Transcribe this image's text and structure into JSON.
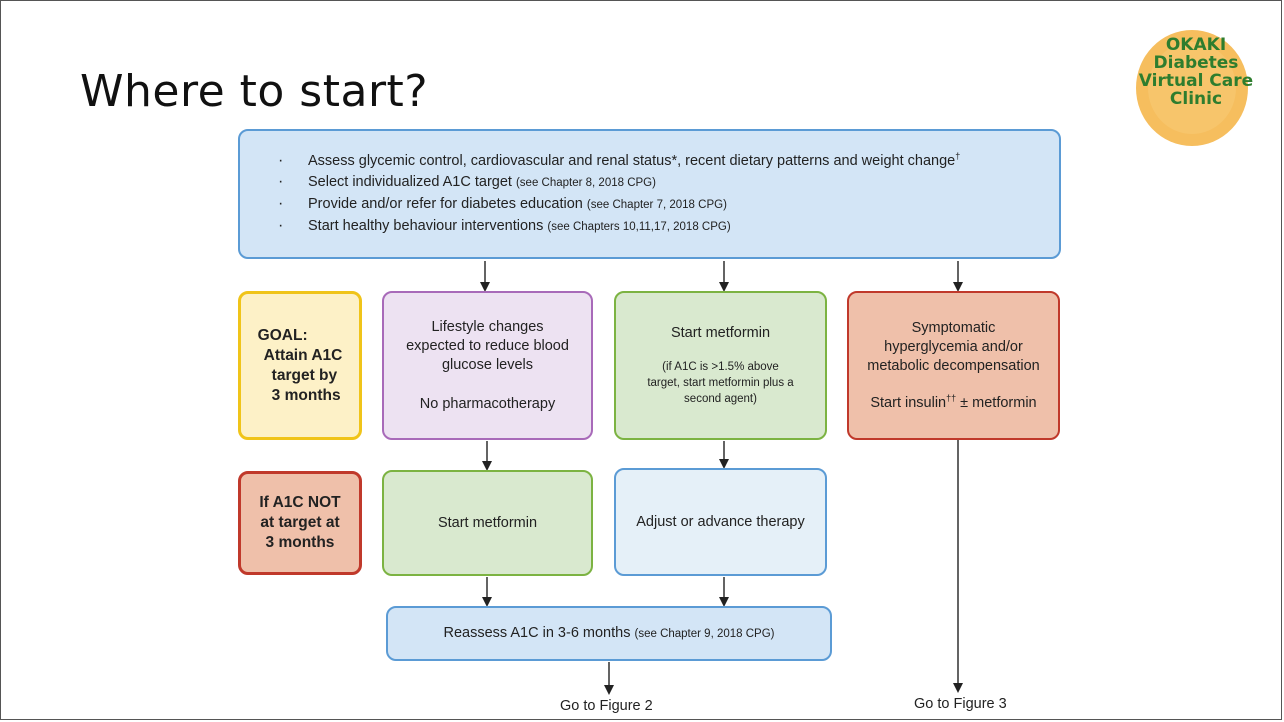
{
  "slide": {
    "title": "Where to start?"
  },
  "logo": {
    "line1": "OKAKI",
    "line2": "Diabetes",
    "line3": "Virtual Care",
    "line4": "Clinic",
    "colors": {
      "circle": "#f5b342",
      "text": "#2e7d2e"
    }
  },
  "top_box": {
    "items": [
      {
        "text": "Assess glycemic control, cardiovascular and renal status*, recent dietary patterns and weight change",
        "sup": "†",
        "note": ""
      },
      {
        "text": "Select individualized A1C target",
        "sup": "",
        "note": "(see Chapter 8, 2018 CPG)"
      },
      {
        "text": "Provide and/or refer for diabetes education",
        "sup": "",
        "note": "(see Chapter 7, 2018 CPG)"
      },
      {
        "text": "Start healthy behaviour interventions",
        "sup": "",
        "note": "(see Chapters 10,11,17, 2018 CPG)"
      }
    ]
  },
  "goal_box": {
    "line1": "GOAL:",
    "line2": "Attain A1C",
    "line3": "target by",
    "line4": "3 months"
  },
  "not_target_box": {
    "line1": "If A1C NOT",
    "line2": "at target at",
    "line3": "3 months"
  },
  "lifestyle_box": {
    "line1": "Lifestyle changes",
    "line2": "expected to reduce blood",
    "line3": "glucose levels",
    "line4": "No pharmacotherapy"
  },
  "metformin_box": {
    "heading": "Start metformin",
    "note1": "(if A1C is >1.5% above",
    "note2": "target, start metformin plus a",
    "note3": "second agent)"
  },
  "symptomatic_box": {
    "line1": "Symptomatic",
    "line2": "hyperglycemia and/or",
    "line3": "metabolic decompensation",
    "line4_pre": "Start insulin",
    "line4_sup": "††",
    "line4_post": " ± metformin"
  },
  "start_metformin_box": {
    "label": "Start metformin"
  },
  "adjust_box": {
    "label": "Adjust or advance therapy"
  },
  "reassess_box": {
    "label": "Reassess A1C in 3-6 months",
    "note": "(see Chapter 9, 2018 CPG)"
  },
  "goto": {
    "figure2": "Go to Figure 2",
    "figure3": "Go to Figure 3"
  }
}
